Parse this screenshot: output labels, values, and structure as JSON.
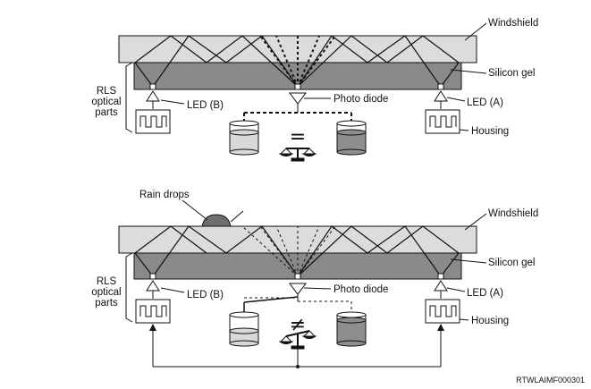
{
  "colors": {
    "windshield": "#dcdcdc",
    "silicon_gel": "#8a8a8a",
    "liquid_light": "#d8d8d8",
    "liquid_dark": "#8e8e8e",
    "rain_drop": "#6e6e6e",
    "line": "#111111"
  },
  "labels": {
    "windshield": "Windshield",
    "silicon_gel": "Silicon gel",
    "photo_diode": "Photo diode",
    "led_a": "LED (A)",
    "led_b": "LED (B)",
    "housing": "Housing",
    "rls_1": "RLS",
    "rls_2": "optical",
    "rls_3": "parts",
    "rain_drops": "Rain drops",
    "equal_sign": "=",
    "not_equal_sign": "≠"
  },
  "reference_code": "RTWLAIMF000301",
  "icons": [
    "led-triangle-icon",
    "photo-diode-triangle-icon",
    "pulse-wave-icon",
    "balance-scale-icon",
    "container-icon"
  ]
}
